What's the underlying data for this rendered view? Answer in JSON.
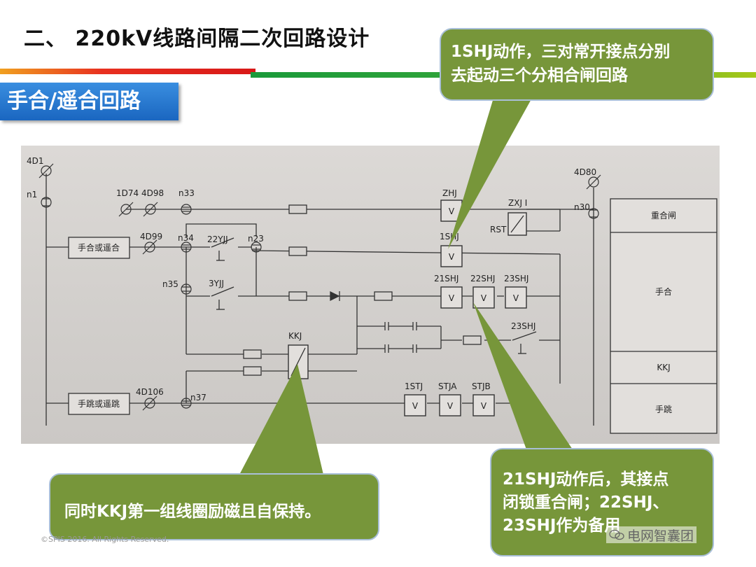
{
  "slide": {
    "title": "二、 220kV线路间隔二次回路设计",
    "section_label": "手合/遥合回路",
    "copyright": "©SPIS 2016. All Rights Reserved.",
    "watermark": "电网智囊团"
  },
  "callouts": {
    "top_right": [
      "1SHJ动作，三对常开接点分别",
      "去起动三个分相合闸回路"
    ],
    "bottom_left": "同时KKJ第一组线圈励磁且自保持。",
    "bottom_right": [
      "21SHJ动作后，其接点",
      "闭锁重合闸；22SHJ、",
      "23SHJ作为备用"
    ]
  },
  "diagram": {
    "left_bus": "4D1",
    "left_node": "n1",
    "right_bus": "4D80",
    "right_node": "n30",
    "terminals": {
      "t1": "1D74",
      "t2": "4D98",
      "t3": "n33",
      "t4": "4D99",
      "t5": "n34",
      "t6": "n23",
      "t7": "n35",
      "t8": "4D106",
      "t9": "n37"
    },
    "contacts": {
      "c1": "22YJJ",
      "c2": "3YJJ",
      "c3": "23SHJ"
    },
    "relays": {
      "zhj": "ZHJ",
      "shj1": "1SHJ",
      "r21": "21SHJ",
      "r22": "22SHJ",
      "r23": "23SHJ",
      "stj1": "1STJ",
      "stja": "STJA",
      "stjb": "STJB",
      "zxj": "ZXJ I",
      "rst": "RST",
      "kkj": "KKJ",
      "coil_symbol": "V"
    },
    "input_boxes": {
      "close": "手合或遥合",
      "trip": "手跳或遥跳"
    },
    "legend_rows": [
      "重合闸",
      "手合",
      "KKJ",
      "手跳"
    ]
  }
}
